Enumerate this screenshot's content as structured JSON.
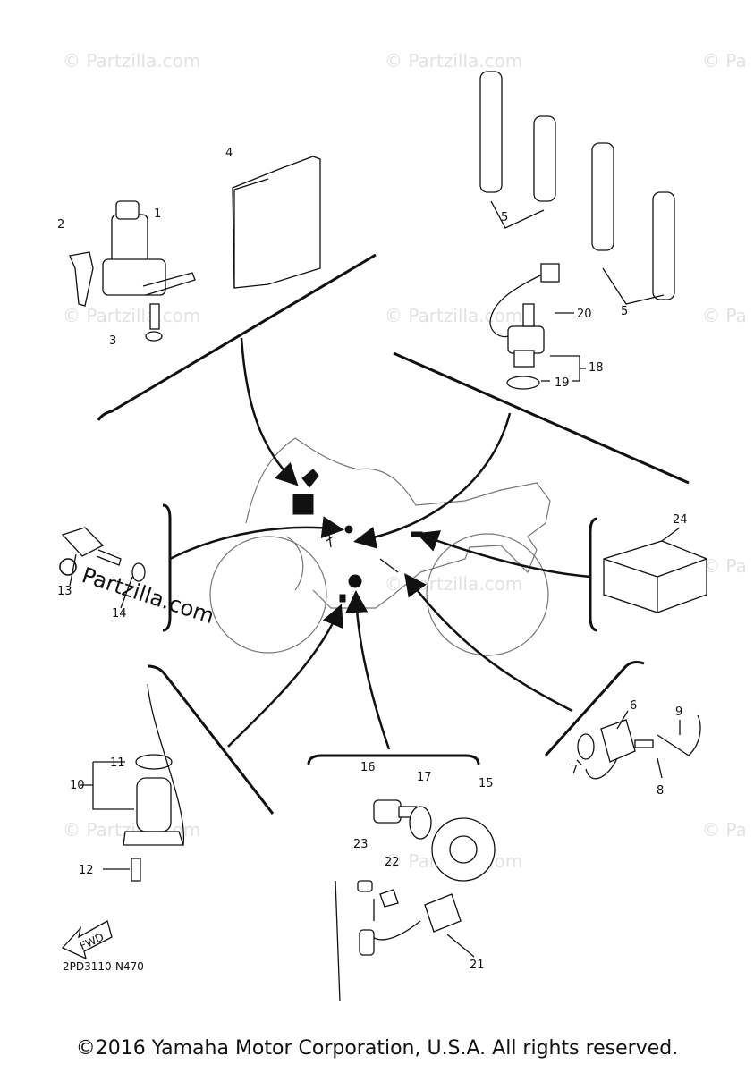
{
  "diagram": {
    "code": "2PD3110-N470",
    "copyright": "©2016 Yamaha Motor Corporation, U.S.A. All rights reserved.",
    "fwd_label": "FWD",
    "watermark": "Partzilla.com",
    "watermark_small": "Partzilla.com",
    "watermark_prefix": "©",
    "watermark_edge": "Pa",
    "callouts": [
      "1",
      "2",
      "3",
      "4",
      "5",
      "5",
      "6",
      "7",
      "8",
      "9",
      "10",
      "11",
      "12",
      "13",
      "14",
      "15",
      "16",
      "17",
      "18",
      "19",
      "20",
      "21",
      "22",
      "23",
      "24"
    ]
  }
}
